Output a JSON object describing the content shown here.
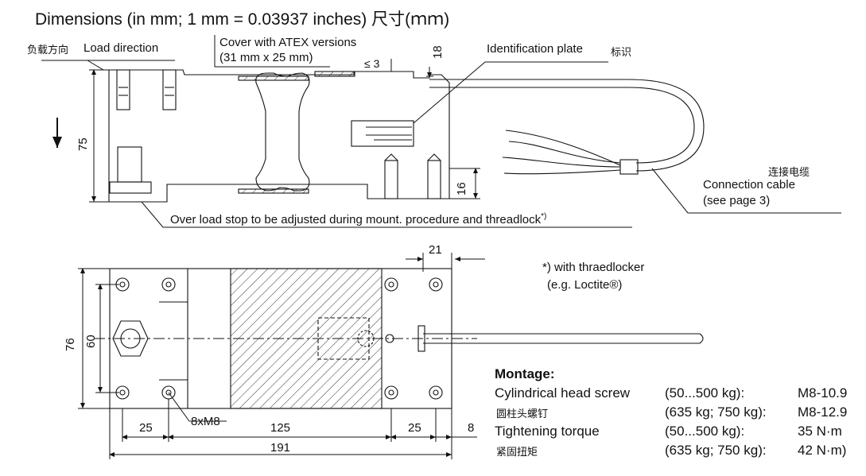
{
  "title": "Dimensions (in mm; 1 mm = 0.03937 inches) 尺寸(ｍｍ)",
  "labels": {
    "load_direction_cn": "负载方向",
    "load_direction": "Load direction",
    "cover_line1": "Cover with ATEX versions",
    "cover_line2": "(31 mm x 25 mm)",
    "le3": "≤ 3",
    "id_plate": "Identification plate",
    "id_plate_cn": "标识",
    "cable_cn": "连接电缆",
    "cable_line1": "Connection cable",
    "cable_line2": "(see page 3)",
    "overload_note": "Over load stop to be adjusted during mount. procedure and threadlock",
    "overload_mark": "*)",
    "footnote_line1": "*) with thraedlocker",
    "footnote_line2": "(e.g. Loctite®)",
    "screws": "8xM8"
  },
  "dimensions": {
    "d18": "18",
    "d75": "75",
    "d16": "16",
    "d21": "21",
    "d76": "76",
    "d60": "60",
    "d25a": "25",
    "d125": "125",
    "d25b": "25",
    "d8": "8",
    "d191": "191"
  },
  "montage": {
    "heading": "Montage:",
    "rows": [
      {
        "label": "Cylindrical head screw",
        "range": "(50...500 kg):",
        "value": "M8-10.9"
      },
      {
        "label": "圆柱头螺钉",
        "range": "(635 kg; 750 kg):",
        "value": "M8-12.9"
      },
      {
        "label": "Tightening torque",
        "range": "(50...500 kg):",
        "value": "35 N·m"
      },
      {
        "label": "紧固扭矩",
        "range": "(635 kg; 750 kg):",
        "value": "42 N·m)"
      }
    ]
  },
  "colors": {
    "line": "#111111",
    "hatch": "#333333",
    "background": "#ffffff"
  }
}
